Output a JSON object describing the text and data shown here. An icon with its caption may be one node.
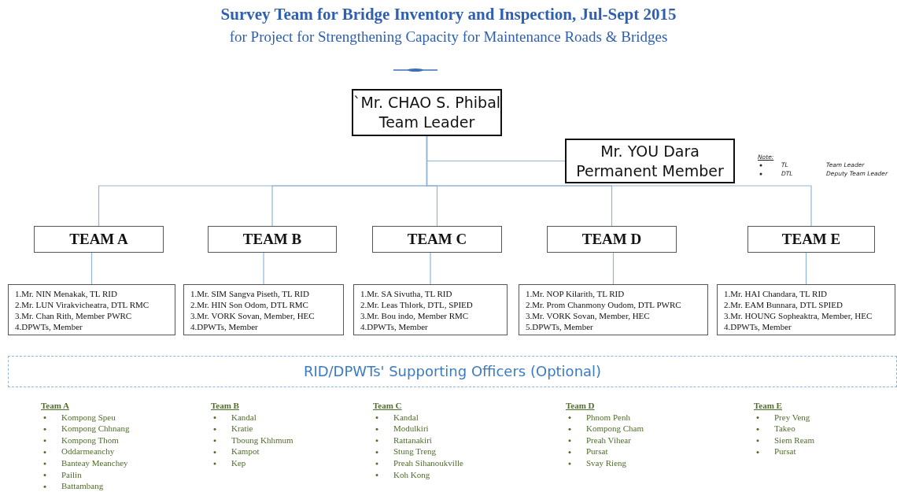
{
  "diagram": {
    "title": "Survey Team for Bridge Inventory and Inspection, Jul-Sept 2015",
    "nodes": [
      {
        "text": [
          "`Mr. CHAO S. Phibal",
          "Team Leader"
        ]
      },
      {
        "text": [
          "Mr. YOU Dara",
          "Permanent Member"
        ]
      },
      {
        "text": [
          "TEAM A"
        ]
      },
      {
        "text": [
          "TEAM B"
        ]
      },
      {
        "text": [
          "TEAM C"
        ]
      },
      {
        "text": [
          "TEAM D"
        ]
      },
      {
        "text": [
          "TEAM E"
        ]
      },
      {
        "text": [
          "1.Mr. NIN Menakak, TL RID",
          "2.Mr. LUN Virakvicheatra, DTL RMC",
          "3.Mr. Chan Rith, Member PWRC",
          "4.DPWTs, Member"
        ]
      },
      {
        "text": [
          "1.Mr. SIM Sangva Piseth, TL RID",
          "2.Mr. HIN Son Odom, DTL RMC",
          "3.Mr. VORK Sovan, Member, HEC",
          "4.DPWTs, Member"
        ]
      },
      {
        "text": [
          "1.Mr. SA Sivutha, TL RID",
          "2.Mr. Leas Thlork, DTL, SPIED",
          "3.Mr. Bou indo, Member RMC",
          "4.DPWTs, Member"
        ]
      },
      {
        "text": [
          "1.Mr. NOP Kilarith, TL RID",
          "2.Mr. Prom Chanmony Oudom, DTL PWRC",
          "3.Mr. VORK Sovan, Member, HEC",
          "5.DPWTs, Member"
        ]
      },
      {
        "text": [
          "1.Mr. HAI Chandara, TL RID",
          "2.Mr. EAM Bunnara, DTL SPIED",
          "3.Mr. HOUNG Sopheaktra, Member, HEC",
          "4.DPWTs, Member"
        ]
      },
      {
        "text": [
          "RID/DPWTs' Supporting Officers (Optional)"
        ]
      }
    ],
    "edges": [
      {
        "from": 0,
        "to": 1,
        "arrow": "none"
      },
      {
        "from": 0,
        "to": 2,
        "arrow": "none"
      },
      {
        "from": 0,
        "to": 3,
        "arrow": "none"
      },
      {
        "from": 0,
        "to": 4,
        "arrow": "none"
      },
      {
        "from": 0,
        "to": 5,
        "arrow": "none"
      },
      {
        "from": 0,
        "to": 6,
        "arrow": "none"
      },
      {
        "from": 2,
        "to": 7,
        "arrow": "none"
      },
      {
        "from": 3,
        "to": 8,
        "arrow": "none"
      },
      {
        "from": 4,
        "to": 9,
        "arrow": "none"
      },
      {
        "from": 5,
        "to": 10,
        "arrow": "none"
      },
      {
        "from": 6,
        "to": 11,
        "arrow": "none"
      }
    ],
    "labels": [
      "for Project for Strengthening Capacity for Maintenance Roads & Bridges",
      "Note:",
      "TL",
      "Team Leader",
      "DTL",
      "Deputy Team Leader",
      "Team A",
      "Kompong Speu",
      "Kompong Chhnang",
      "Kompong Thom",
      "Oddarmeanchy",
      "Banteay Meanchey",
      "Pailin",
      "Battambang",
      "Team B",
      "Kandal",
      "Kratie",
      "Tboung Khhmum",
      "Kampot",
      "Kep",
      "Team C",
      "Kandal",
      "Modulkiri",
      "Rattanakiri",
      "Stung Treng",
      "Preah Sihanoukville",
      "Koh Kong",
      "Team D",
      "Phnom Penh",
      "Kompong Cham",
      "Preah Vihear",
      "Pursat",
      "Svay Rieng",
      "Team E",
      "Prey Veng",
      "Takeo",
      "Siem Ream",
      "Pursat"
    ]
  }
}
